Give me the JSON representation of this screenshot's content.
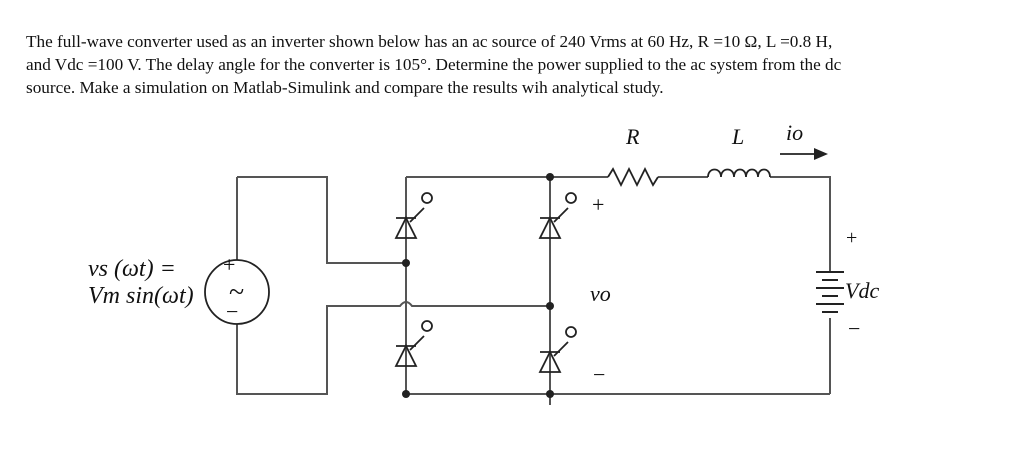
{
  "problem": {
    "line1": "The full-wave converter used as an inverter shown below has an ac source of 240 Vrms at 60 Hz, R =10 Ω, L =0.8 H,",
    "line2": "and Vdc =100 V. The delay angle for the converter is 105°. Determine the power supplied to the ac system from the dc",
    "line3": "source. Make a simulation on Matlab-Simulink and compare the results wih analytical study."
  },
  "circuit": {
    "source_label_1": "vs (ωt) =",
    "source_label_2": "Vm sin(ωt)",
    "resistor_label": "R",
    "inductor_label": "L",
    "current_label": "io",
    "output_voltage_label": "vo",
    "plus_sign": "+",
    "minus_sign": "−",
    "dc_label": "Vdc",
    "source_plus": "+",
    "source_minus": "−",
    "source_tilde": "~"
  }
}
